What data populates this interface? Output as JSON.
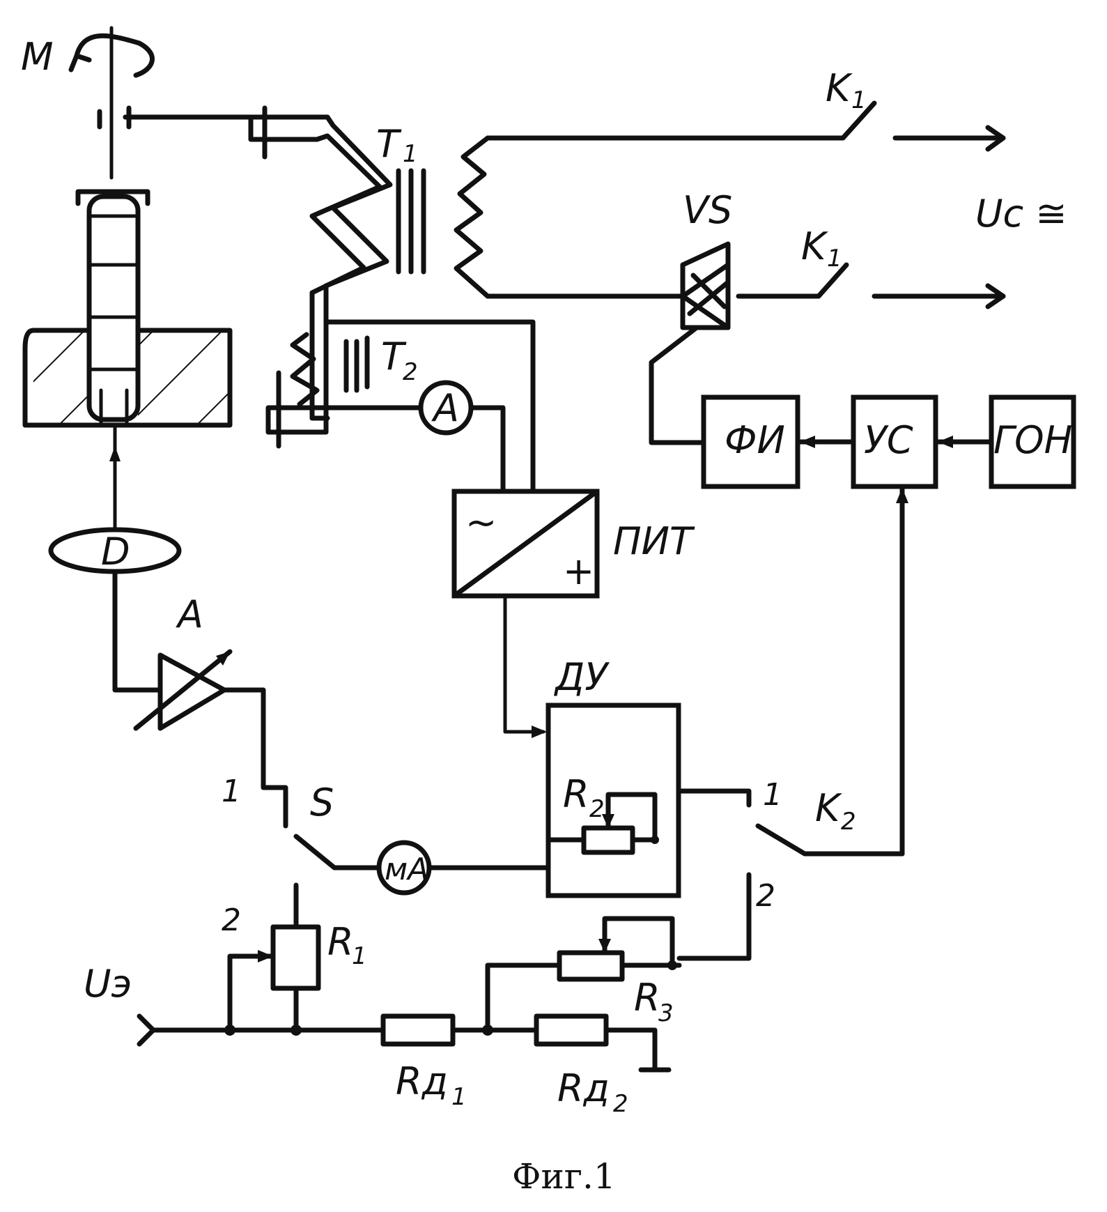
{
  "labels": {
    "motor": "M",
    "transformer_main": "T",
    "transformer_main_sub": "1",
    "transformer_sense": "T",
    "transformer_sense_sub": "2",
    "thyristor": "VS",
    "contactor_top": "K",
    "contactor_top_sub": "1",
    "contactor_bottom": "K",
    "contactor_bottom_sub": "1",
    "supply_voltage": "Uc ≅",
    "ammeter": "A",
    "pulse_former": "ФИ",
    "control_unit": "УС",
    "reference_gen": "ГОН",
    "power_converter": "ПИТ",
    "converter_ac": "~",
    "converter_dc": "+",
    "sensor": "D",
    "amplifier": "A",
    "switch_s": "S",
    "switch_s_pos1": "1",
    "switch_s_pos2": "2",
    "milliammeter": "мA",
    "control_device": "ДУ",
    "r2": "R",
    "r2_sub": "2",
    "switch_k2": "K",
    "switch_k2_sub": "2",
    "k2_pos1": "1",
    "k2_pos2": "2",
    "r1": "R",
    "r1_sub": "1",
    "ref_voltage": "Uэ",
    "r3": "R",
    "r3_sub": "3",
    "rd1": "Rд",
    "rd1_sub": "1",
    "rd2": "Rд",
    "rd2_sub": "2"
  },
  "caption": "Фиг.1"
}
